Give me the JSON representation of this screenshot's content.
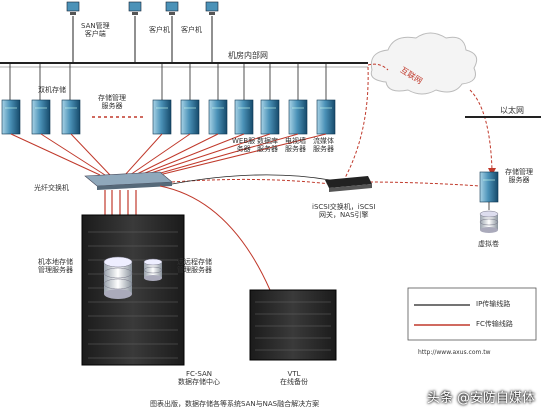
{
  "labels": {
    "san_client": "SAN管理\n客户端",
    "client1": "客户机",
    "client2": "客户机",
    "lan": "机房内部网",
    "internet": "互联网",
    "ethernet": "以太网",
    "dual_storage": "双机存储",
    "storage_server": "存储管理\n服务器",
    "web_server": "WEB服\n务器",
    "db_server": "数据库\n服务器",
    "mail_server": "电视墙\n服务器",
    "stream_server": "流媒体\n服务器",
    "fiber_switch": "光纤交换机",
    "iscsi": "iSCSI交换机，iSCSI\n网关，NAS引擎",
    "remote_storage_server": "存储管理\n服务器",
    "virtual_volume": "虚拟卷",
    "local_storage_server": "机本地存储\n管理服务器",
    "remote_backup_server": "远远程存储\n管理服务器",
    "fc_san": "FC-SAN\n数据存储中心",
    "vtl": "VTL\n在线备份",
    "url": "http://www.axus.com.tw",
    "caption": "图表出版，数据存储各等系统SAN与NAS融合解决方案",
    "watermark": "头条 @安防自媒体"
  },
  "legend": {
    "ip_label": "IP传输线路",
    "fc_label": "FC传输线路",
    "ip_color": "#222222",
    "fc_color": "#c0392b"
  },
  "colors": {
    "server_front": "#1f5f86",
    "server_side": "#7fb6cf",
    "rack": "#2b2b2b"
  }
}
